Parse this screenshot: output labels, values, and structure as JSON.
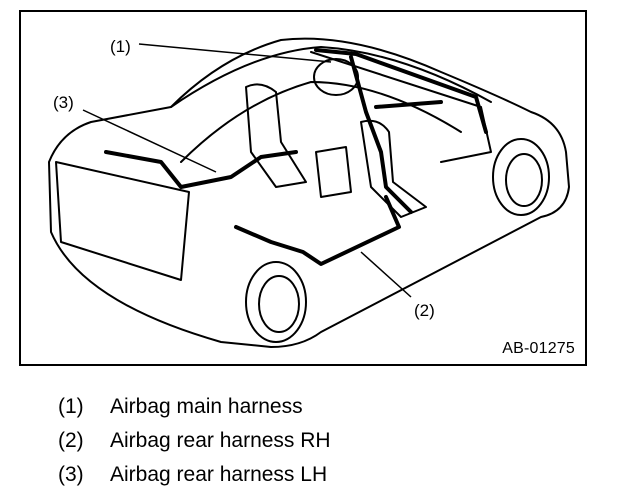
{
  "figure": {
    "code": "AB-01275",
    "callouts": [
      {
        "label": "(1)"
      },
      {
        "label": "(2)"
      },
      {
        "label": "(3)"
      }
    ]
  },
  "legend": [
    {
      "num": "(1)",
      "text": "Airbag main harness"
    },
    {
      "num": "(2)",
      "text": "Airbag rear harness RH"
    },
    {
      "num": "(3)",
      "text": "Airbag rear harness LH"
    }
  ]
}
